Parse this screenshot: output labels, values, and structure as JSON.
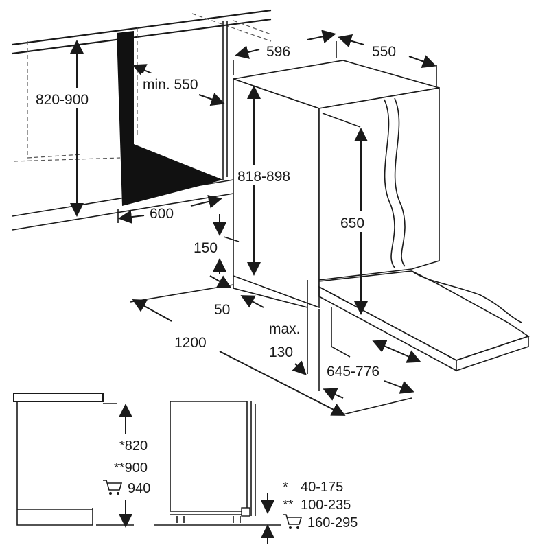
{
  "colors": {
    "ink": "#1a1a1a",
    "niche": "#111111",
    "background": "#ffffff"
  },
  "dimensions": {
    "niche_height": "820-900",
    "niche_depth": "min. 550",
    "niche_width": "600",
    "appliance_width": "596",
    "appliance_depth": "550",
    "appliance_height": "818-898",
    "door_height": "650",
    "plinth_height": "150",
    "plinth_depth": "50",
    "max_label": "max.",
    "max_value": "130",
    "door_swing": "645-776",
    "clearance": "1200"
  },
  "bottom_legend": {
    "left": [
      {
        "marker": "*",
        "value": "820"
      },
      {
        "marker": "**",
        "value": "900"
      },
      {
        "marker": "cart-icon",
        "value": "940"
      }
    ],
    "right": [
      {
        "marker": "*",
        "value": "40-175"
      },
      {
        "marker": "**",
        "value": "100-235"
      },
      {
        "marker": "cart-icon",
        "value": "160-295"
      }
    ]
  }
}
